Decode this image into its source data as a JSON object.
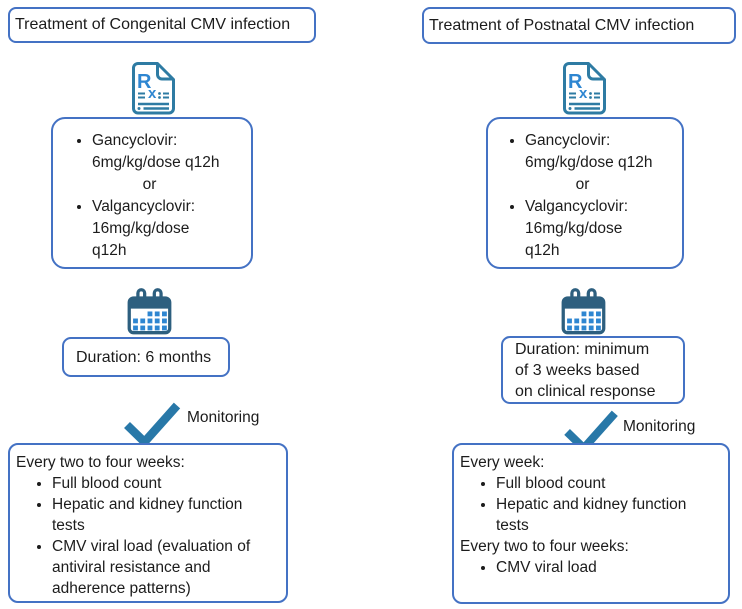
{
  "colors": {
    "box_border": "#4472c4",
    "icon_outline_teal": "#2e7ba3",
    "icon_dark_steel": "#2d5f7f",
    "icon_bright_blue": "#2e86d1",
    "checkmark_blue": "#2878a8",
    "text": "#1c1c1c"
  },
  "icons": {
    "prescription": "rx-document-icon",
    "schedule": "calendar-icon",
    "monitoring": "checkmark-icon"
  },
  "columns": [
    {
      "title": "Treatment of Congenital CMV infection",
      "medications": {
        "items": [
          "Gancyclovir: 6mg/kg/dose q12h",
          "Valgancyclovir: 16mg/kg/dose q12h"
        ],
        "separator": "or"
      },
      "duration": "Duration: 6 months",
      "monitoring": {
        "label": "Monitoring",
        "sections": [
          {
            "heading": "Every two to four weeks:",
            "items": [
              "Full blood count",
              "Hepatic and kidney function tests",
              "CMV viral load (evaluation of antiviral resistance and adherence patterns)"
            ]
          }
        ]
      }
    },
    {
      "title": "Treatment of Postnatal CMV infection",
      "medications": {
        "items": [
          "Gancyclovir: 6mg/kg/dose q12h",
          "Valgancyclovir: 16mg/kg/dose q12h"
        ],
        "separator": "or"
      },
      "duration": "Duration: minimum of 3 weeks based on clinical response",
      "monitoring": {
        "label": "Monitoring",
        "sections": [
          {
            "heading": "Every week:",
            "items": [
              "Full blood count",
              "Hepatic and kidney function tests"
            ]
          },
          {
            "heading": "Every two to four weeks:",
            "items": [
              "CMV viral load"
            ]
          }
        ]
      }
    }
  ]
}
